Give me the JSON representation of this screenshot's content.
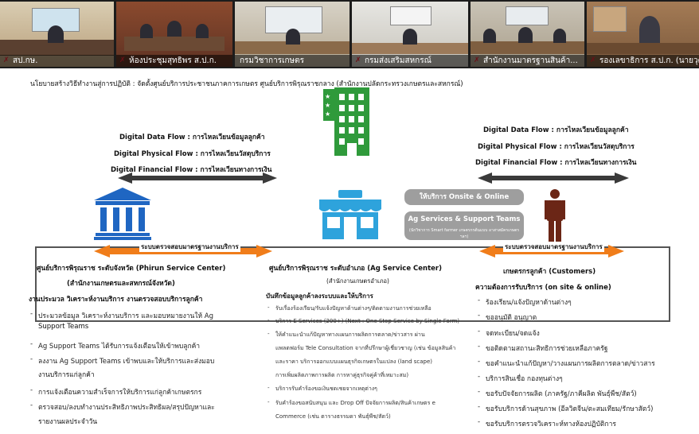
{
  "tiles": [
    {
      "label": "สป.กษ."
    },
    {
      "label": "ห้องประชุมสุทธิพร ส.ป.ก."
    },
    {
      "label": "กรมวิชาการเกษตร"
    },
    {
      "label": "กรมส่งเสริมสหกรณ์"
    },
    {
      "label": "สำนักงานมาตรฐานสินค้า..."
    },
    {
      "label": "รองเลขาธิการ ส.ป.ก. (นายวุฒิ..."
    }
  ],
  "slide": {
    "title": "นโยบายสร้างวิธีทำงานสู่การปฏิบัติ : จัดตั้งศูนย์บริการประชาชนภาคการเกษตร ศูนย์บริการพิรุณราชกลาง (สำนักงานปลัดกระทรวงเกษตรและสหกรณ์)",
    "left_flows": [
      "Digital Data Flow : การไหลเวียนข้อมูลลูกค้า",
      "Digital Physical Flow : การไหลเวียนวัสดุบริการ",
      "Digital Financial Flow : การไหลเวียนทางการเงิน"
    ],
    "right_flows": [
      "Digital Data Flow : การไหลเวียนข้อมูลลูกค้า",
      "Digital Physical Flow : การไหลเวียนวัสดุบริการ",
      "Digital Financial Flow : การไหลเวียนทางการเงิน"
    ],
    "pill_onsite": "ให้บริการ  Onsite & Online",
    "pill_ag": "Ag Services & Support Teams",
    "pill_ag_sub": "(นักวิชาการ Smart farmer เกษตรกรต้นแบบ อาสาสมัครเกษตร ฯลฯ)",
    "monitor_left": "ระบบตรวจสอบมาตรฐานงานบริการ",
    "monitor_right": "ระบบตรวจสอบมาตรฐานงานบริการ",
    "col1": {
      "title": "ศูนย์บริการพิรุณราช ระดับจังหวัด (Phirun Service Center)",
      "subtitle": "(สำนักงานเกษตรและสหกรณ์จังหวัด)",
      "heading": "งานประมวล วิเคราะห์งานบริการ งานตรวจสอบบริการลูกค้า",
      "items": [
        "ประมวลข้อมูล วิเคราะห์งานบริการ และมอบหมายงานให้ Ag",
        "Support Teams",
        "Ag Support Teams ได้รับการแจ้งเตือนให้เข้าพบลูกค้า",
        "ลงงาน Ag Support Teams เข้าพบและให้บริการและส่งมอบ",
        "งานบริการแก่ลูกค้า",
        "การแจ้งเตือนความสำเร็จการให้บริการแก่ลูกค้าเกษตรกร",
        "ตรวจสอบ/ลงบทำงานประสิทธิภาพประสิทธิผล/สรุปปัญหาและ",
        "รายงานผลประจำวัน"
      ]
    },
    "col2": {
      "title": "ศูนย์บริการพิรุณราช ระดับอำเภอ (Ag Service Center)",
      "subtitle": "(สำนักงานเกษตรอำเภอ)",
      "heading": "บันทึกข้อมูลลูกค้าลงระบบและให้บริการ",
      "items": [
        "รับเรื่องร้องเรียน/รับแจ้งปัญหาด้านต่างๆ/ติดตามงานการช่วยเหลือ",
        "บริการ E Services (200+) (Next : One Stop Service by Single Form)",
        "ให้คำแนะนำแก้ปัญหาทางแผนการผลิตการตลาด/ข่าวสาร ผ่าน",
        "แพลตฟอร์ม Tele Consultation จากที่ปรึกษาผู้เชี่ยวชาญ (เช่น ข้อมูลสินค้า",
        "และราคา บริการออกแบบแผนธุรกิจเกษตรในแปลง (land scape)",
        "การเพิ่มผลิตภาพการผลิต การหาคู่ธุรกิจคู่ค้าที่เหมาะสม)",
        "บริการรับคำร้องขอเงินชดเชยจากเหตุต่างๆ",
        "รับคำร้องขอสนับสนุน และ Drop Off ปัจจัยการผลิต/สินค้าเกษตร e",
        "Commerce (เช่น ตารางธรรมดา พันธุ์พืช/สัตว์)"
      ]
    },
    "col3": {
      "title": "เกษตรกรลูกค้า (Customers)",
      "heading": "ความต้องการรับบริการ (on site & online)",
      "items": [
        "ร้องเรียน/แจ้งปัญหาด้านต่างๆ",
        "ขออนุมัติ อนุญาต",
        "จดทะเบียน/จดแจ้ง",
        "ขอติดตามสถานะสิทธิการช่วยเหลือภาครัฐ",
        "ขอคำแนะนำแก้ปัญหา/วางแผนการผลิตการตลาด/ข่าวสาร",
        "บริการสินเชื่อ กองทุนต่างๆ",
        "ขอรับปัจจัยการผลิต (ภาครัฐ/ภาคีผลิต พันธุ์พืช/สัตว์)",
        "ขอรับบริการด้านสุขภาพ (อีลวิดจีน/ตะสมเทียม/รักษาสัตว์)",
        "ขอรับบริการตรวจวิเคราะห์ทางห้องปฏิบัติการ"
      ]
    },
    "colors": {
      "building_green": "#2f9a3b",
      "institution_blue": "#1f66c2",
      "shop_blue": "#2ea3dc",
      "person_brown": "#6b2616",
      "arrow_orange": "#f07d1a",
      "arrow_dark": "#3a3a3a"
    }
  }
}
